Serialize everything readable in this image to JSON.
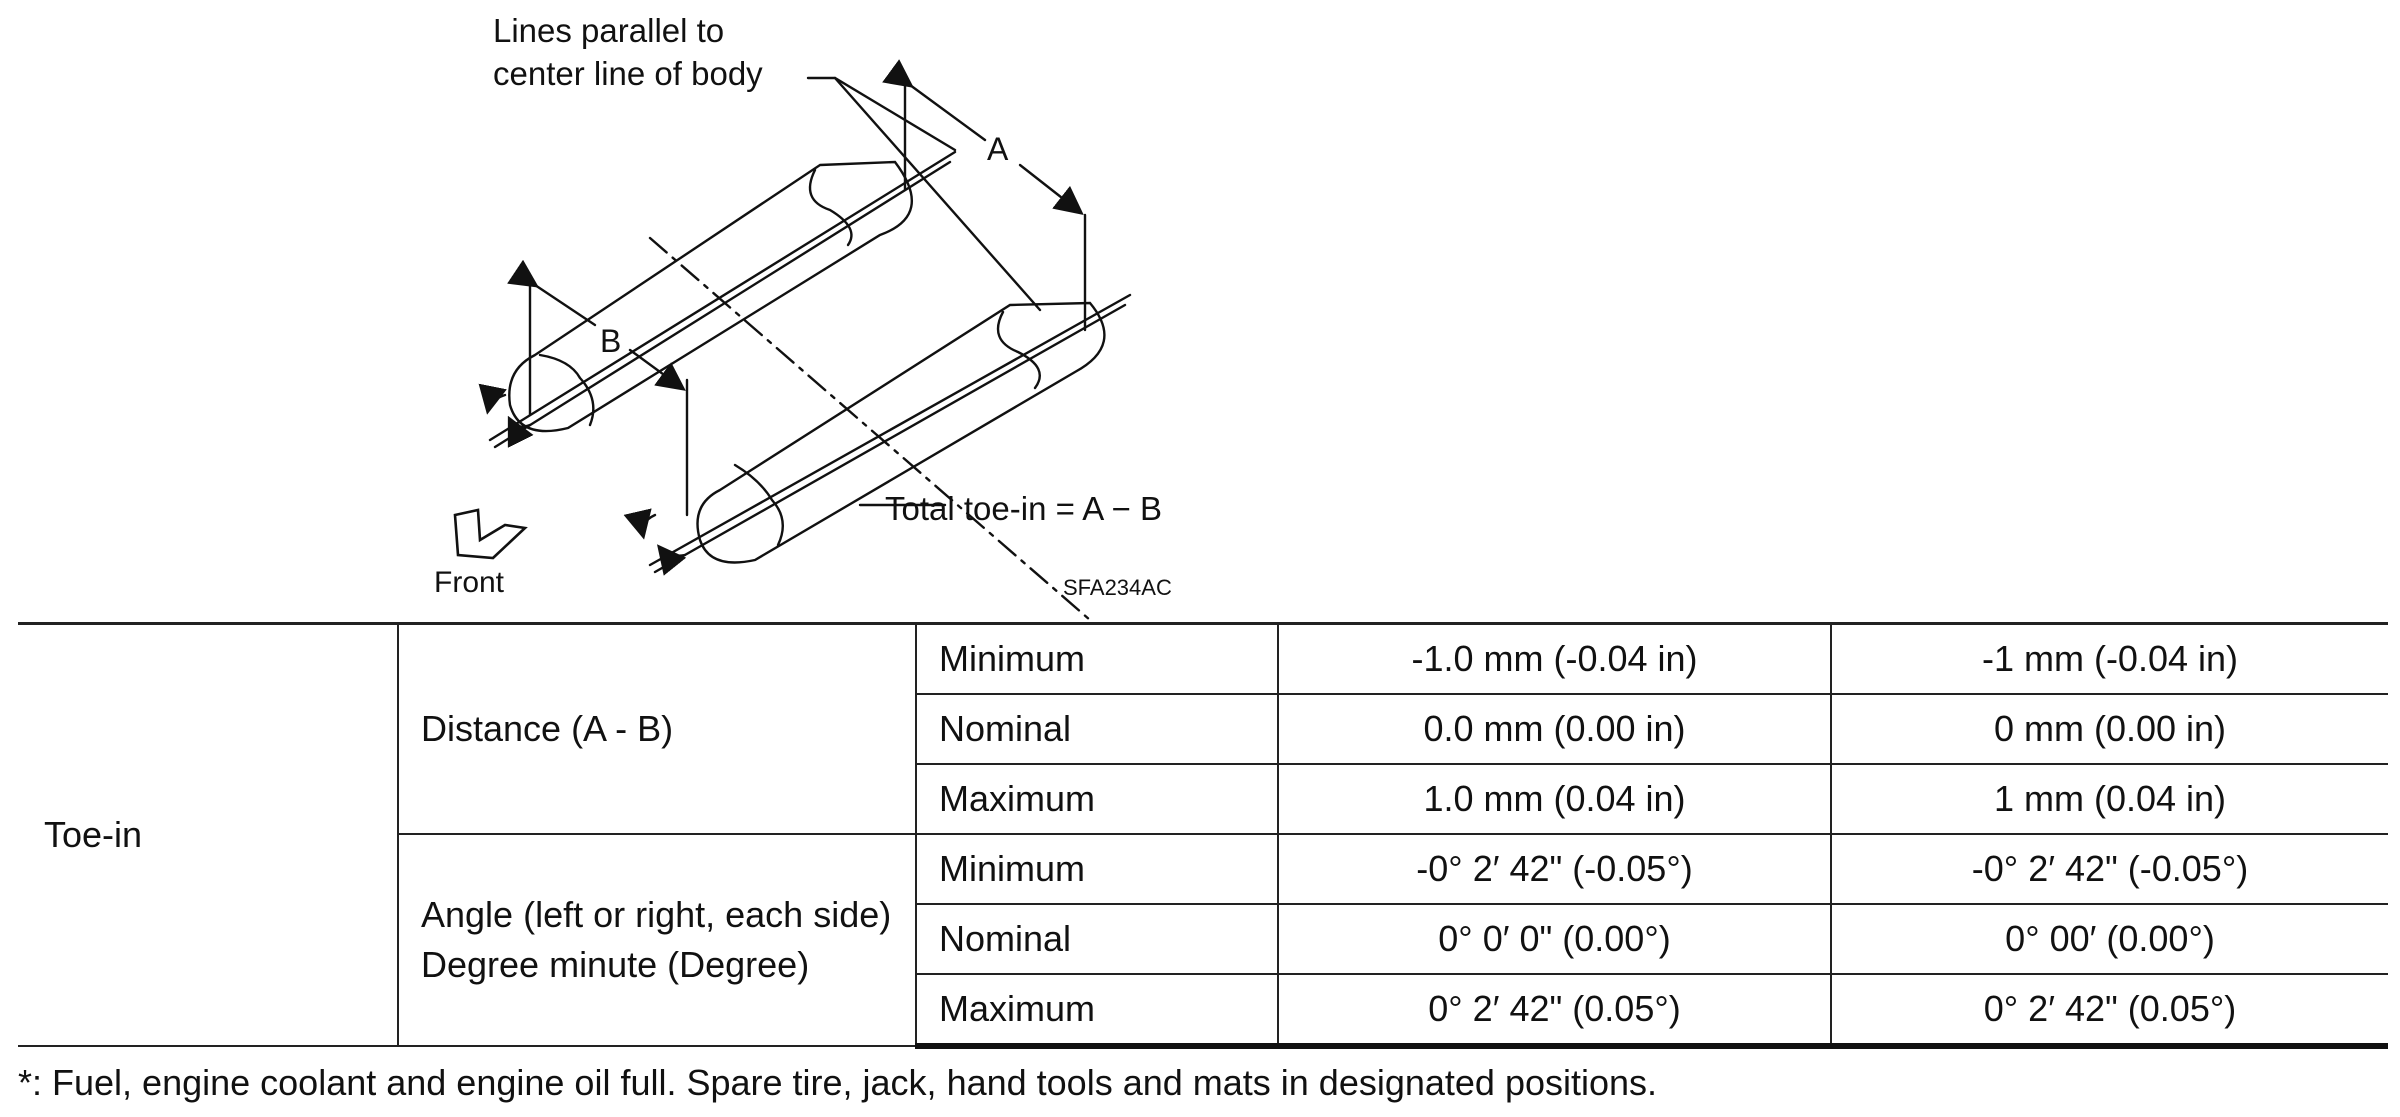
{
  "diagram": {
    "label_lines_parallel_1": "Lines parallel to",
    "label_lines_parallel_2": "center line of body",
    "label_a": "A",
    "label_b": "B",
    "label_total_toe": "Total toe-in = A − B",
    "label_front": "Front",
    "figure_code": "SFA234AC"
  },
  "table": {
    "item": "Toe-in",
    "distance": {
      "label": "Distance (A - B)",
      "rows": [
        {
          "level": "Minimum",
          "col1": "-1.0 mm (-0.04 in)",
          "col2": "-1 mm (-0.04 in)"
        },
        {
          "level": "Nominal",
          "col1": "0.0 mm (0.00 in)",
          "col2": "0 mm (0.00 in)"
        },
        {
          "level": "Maximum",
          "col1": "1.0 mm (0.04 in)",
          "col2": "1 mm (0.04 in)"
        }
      ]
    },
    "angle": {
      "label_line1": "Angle (left or right, each side)",
      "label_line2": "Degree minute (Degree)",
      "rows": [
        {
          "level": "Minimum",
          "col1": "-0° 2′ 42\" (-0.05°)",
          "col2": "-0° 2′ 42\" (-0.05°)"
        },
        {
          "level": "Nominal",
          "col1": "0° 0′ 0\" (0.00°)",
          "col2": "0° 00′ (0.00°)"
        },
        {
          "level": "Maximum",
          "col1": "0° 2′ 42\" (0.05°)",
          "col2": "0° 2′ 42\" (0.05°)"
        }
      ]
    }
  },
  "footnote": "*: Fuel, engine coolant and engine oil full. Spare tire, jack, hand tools and mats in designated positions."
}
